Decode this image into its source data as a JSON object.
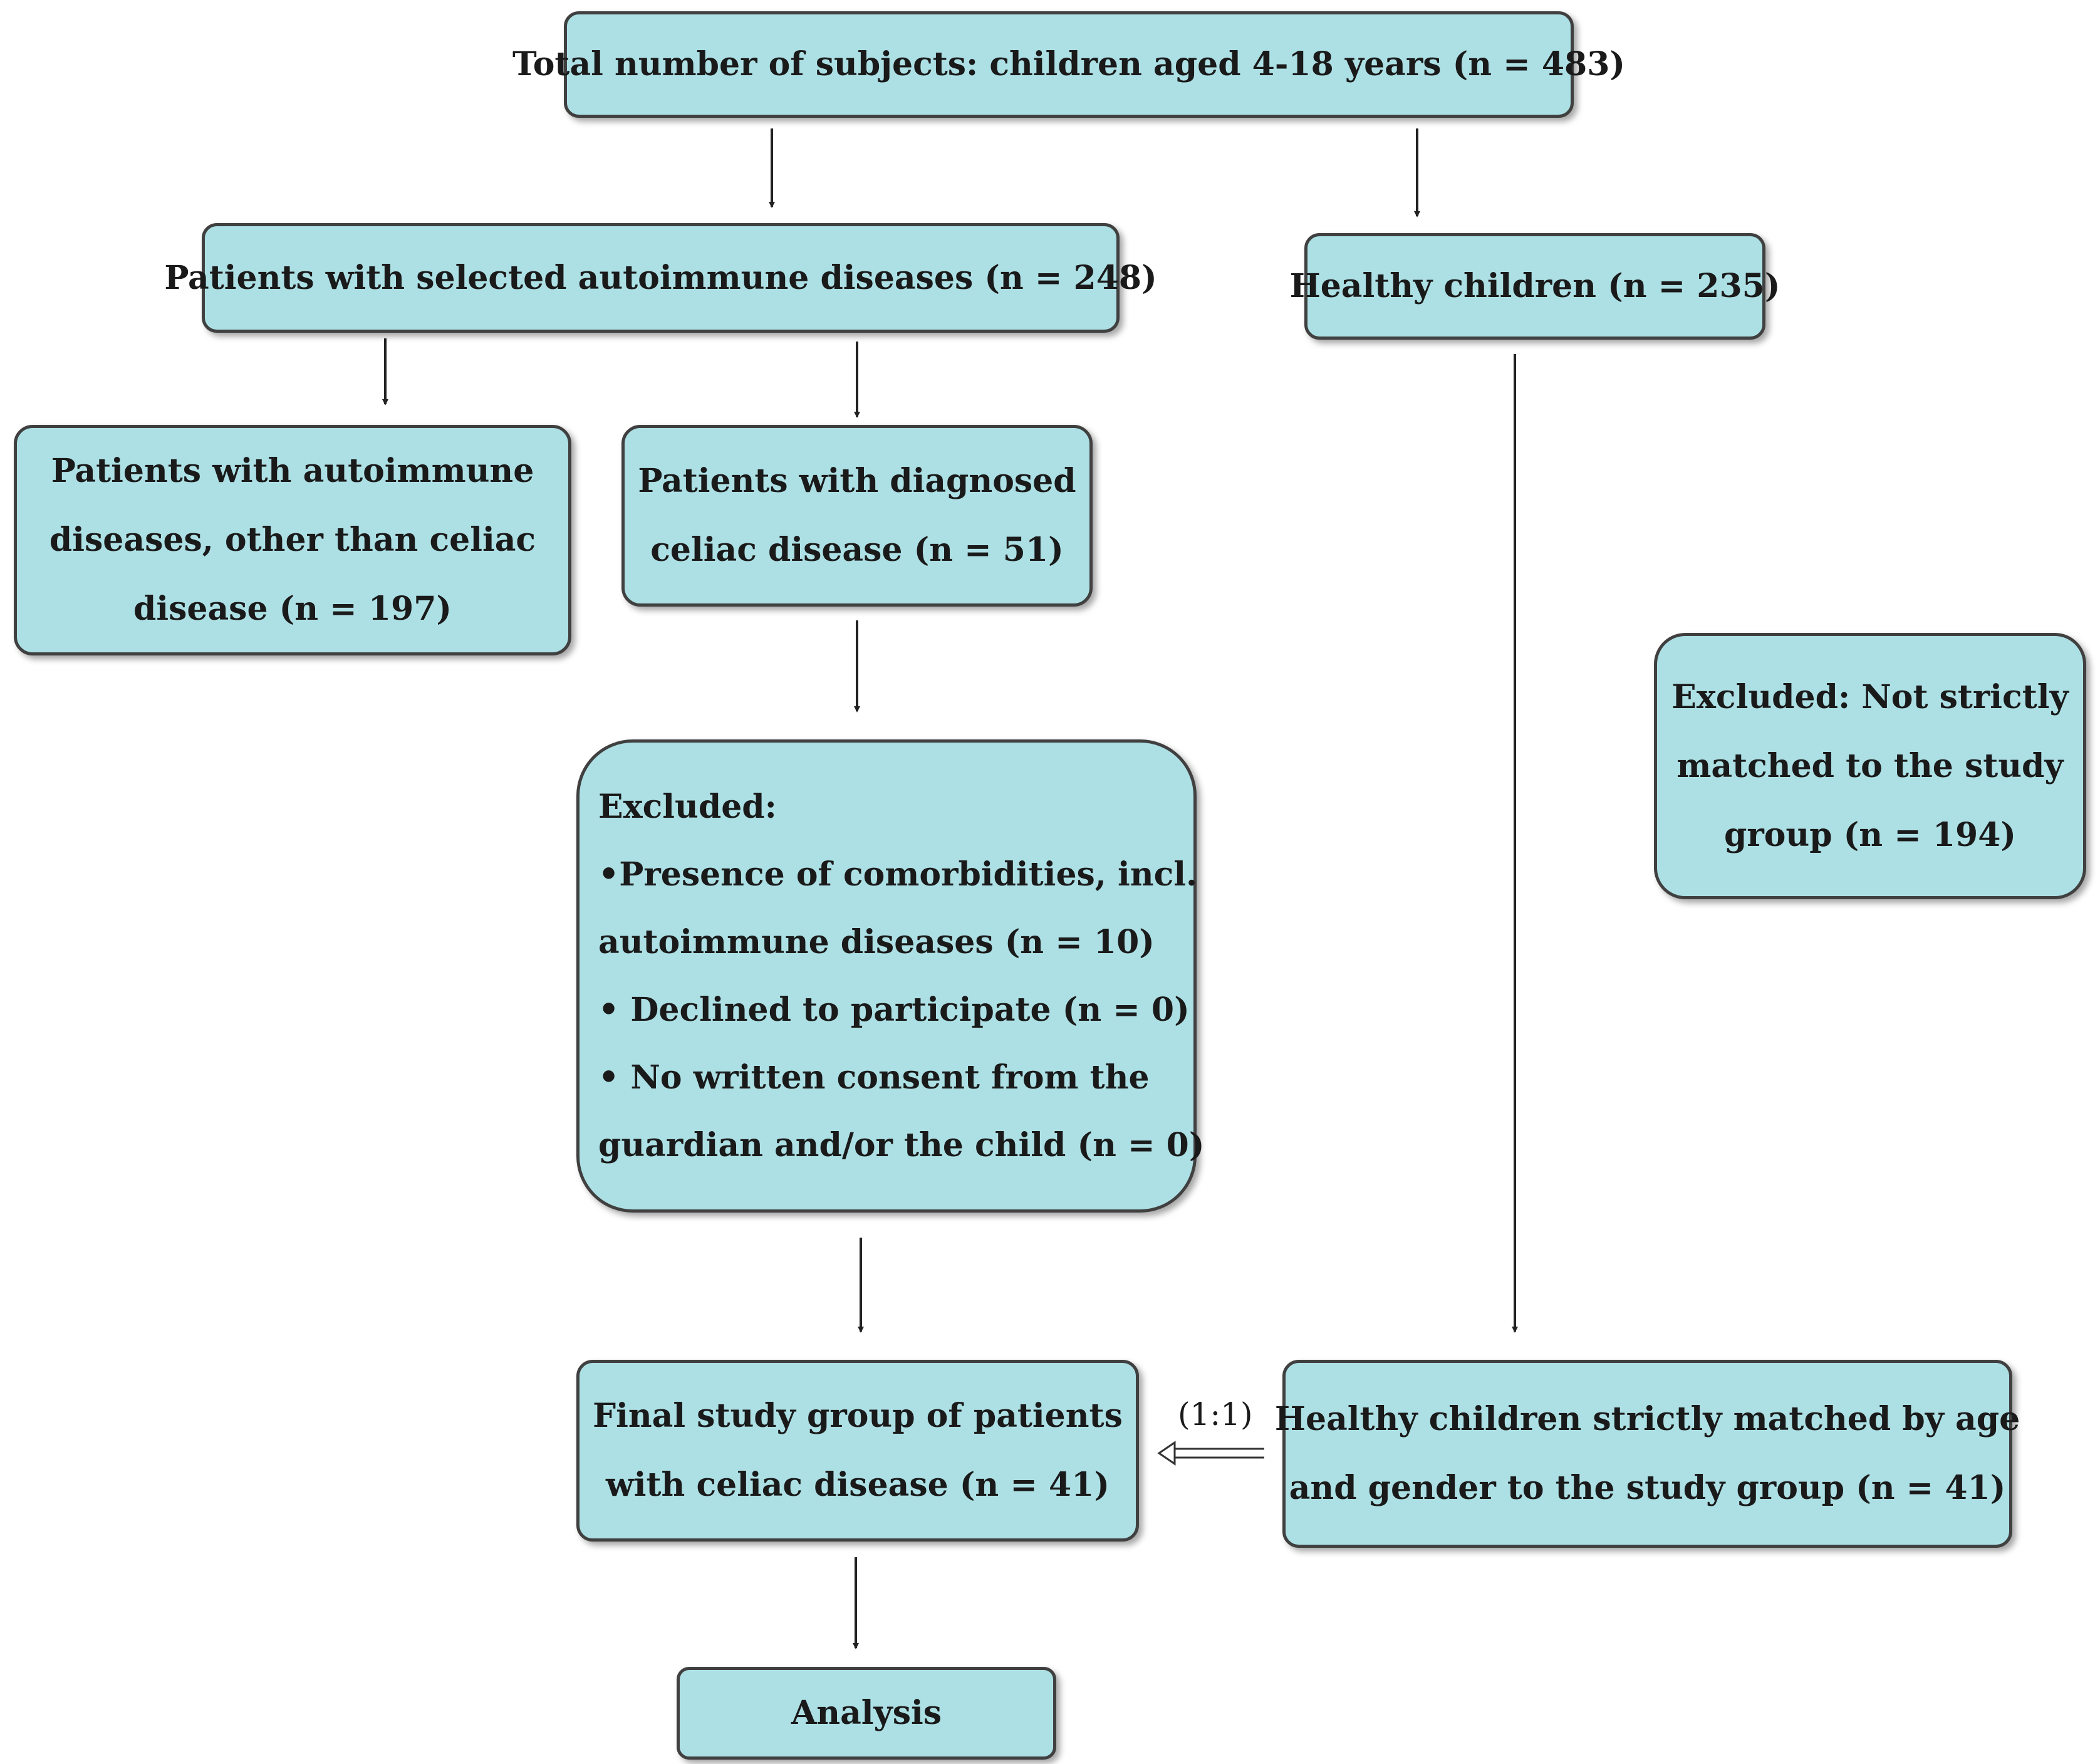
{
  "colors": {
    "box_fill": "#ade0e5",
    "box_border": "#404040",
    "arrow": "#222222"
  },
  "boxes": {
    "total": "Total number of subjects: children aged 4-18 years (n = 483)",
    "autoimmune": "Patients with selected autoimmune diseases (n = 248)",
    "healthy": "Healthy children (n = 235)",
    "other_autoimmune": [
      "Patients with autoimmune",
      "diseases, other than celiac",
      "disease (n = 197)"
    ],
    "celiac": [
      "Patients with diagnosed",
      "celiac disease (n = 51)"
    ],
    "excluded_celiac": [
      "Excluded:",
      "•Presence of comorbidities, incl.",
      "autoimmune diseases (n = 10)",
      "• Declined to participate (n = 0)",
      "• No written consent from the",
      "guardian and/or the child (n = 0)"
    ],
    "excluded_healthy": [
      "Excluded: Not strictly",
      "matched to the study",
      "group (n = 194)"
    ],
    "final_group": [
      "Final study group of patients",
      "with celiac disease (n = 41)"
    ],
    "matched_healthy": [
      "Healthy children strictly matched by age",
      "and gender to the study group (n = 41)"
    ],
    "analysis": "Analysis"
  },
  "ratio_label": "(1:1)"
}
